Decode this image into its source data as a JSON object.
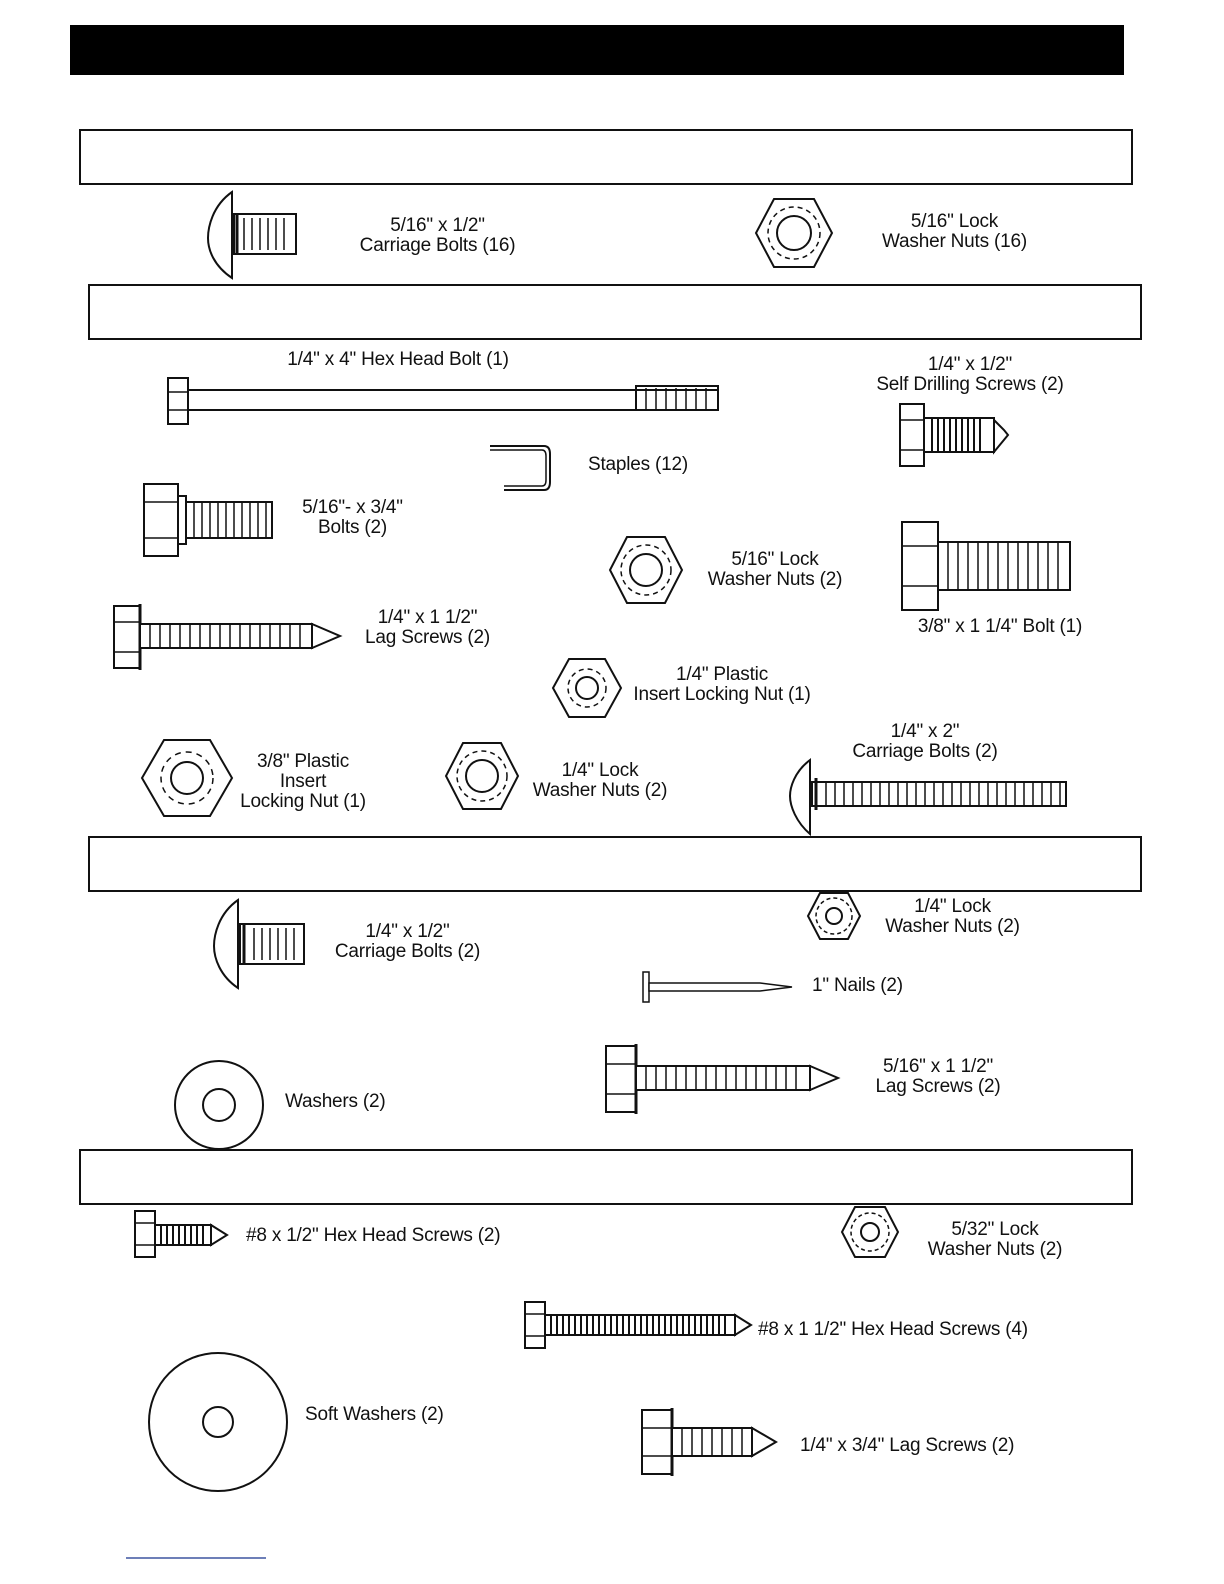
{
  "parts": {
    "carriage_bolts_5_16": {
      "line1": "5/16\" x 1/2\"",
      "line2": "Carriage Bolts (16)"
    },
    "lock_nuts_5_16_a": {
      "line1": "5/16\" Lock",
      "line2": "Washer Nuts (16)"
    },
    "hex_head_bolt": {
      "line1": "1/4\" x 4\" Hex Head Bolt (1)"
    },
    "self_drilling_screws": {
      "line1": "1/4\" x 1/2\"",
      "line2": "Self Drilling Screws (2)"
    },
    "staples": {
      "line1": "Staples (12)"
    },
    "bolts_5_16": {
      "line1": "5/16\"- x 3/4\"",
      "line2": "Bolts (2)"
    },
    "lock_nuts_5_16_b": {
      "line1": "5/16\" Lock",
      "line2": "Washer Nuts (2)"
    },
    "bolt_3_8": {
      "line1": "3/8\" x 1 1/4\"  Bolt (1)"
    },
    "lag_screws_1_4": {
      "line1": "1/4\" x 1 1/2\"",
      "line2": "Lag Screws (2)"
    },
    "plastic_nut_1_4": {
      "line1": "1/4\" Plastic",
      "line2": "Insert Locking Nut (1)"
    },
    "carriage_bolts_1_4x2": {
      "line1": "1/4\" x 2\"",
      "line2": "Carriage Bolts (2)"
    },
    "plastic_nut_3_8": {
      "line1": "3/8\" Plastic",
      "line2": "Insert",
      "line3": "Locking Nut (1)"
    },
    "lock_nuts_1_4_a": {
      "line1": "1/4\" Lock",
      "line2": "Washer Nuts (2)"
    },
    "carriage_bolts_1_4x1_2": {
      "line1": "1/4\" x 1/2\"",
      "line2": "Carriage Bolts (2)"
    },
    "lock_nuts_1_4_b": {
      "line1": "1/4\" Lock",
      "line2": "Washer Nuts (2)"
    },
    "nails": {
      "line1": "1\" Nails (2)"
    },
    "washers": {
      "line1": "Washers (2)"
    },
    "lag_screws_5_16": {
      "line1": "5/16\" x 1 1/2\"",
      "line2": "Lag Screws (2)"
    },
    "hex_screws_8_half": {
      "line1": "#8 x 1/2\" Hex Head Screws (2)"
    },
    "lock_nuts_5_32": {
      "line1": "5/32\" Lock",
      "line2": "Washer Nuts (2)"
    },
    "hex_screws_8_1_5": {
      "line1": "#8 x 1 1/2\" Hex Head Screws (4)"
    },
    "soft_washers": {
      "line1": "Soft Washers (2)"
    },
    "lag_screws_3_4": {
      "line1": "1/4\" x 3/4\" Lag Screws (2)"
    }
  }
}
